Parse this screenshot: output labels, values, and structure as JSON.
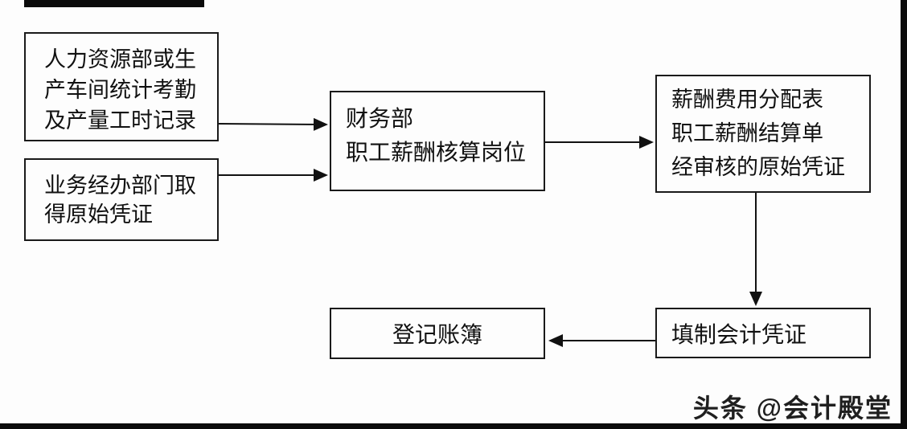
{
  "diagram": {
    "nodes": {
      "attendance_records": {
        "line1": "人力资源部或生",
        "line2": "产车间统计考勤",
        "line3": "及产量工时记录"
      },
      "original_vouchers": {
        "line1": "业务经办部门取",
        "line2": "得原始凭证"
      },
      "finance_payroll_post": {
        "line1": "财务部",
        "line2": "职工薪酬核算岗位"
      },
      "payroll_documents": {
        "line1": "薪酬费用分配表",
        "line2": "职工薪酬结算单",
        "line3": "经审核的原始凭证"
      },
      "prepare_voucher": {
        "label": "填制会计凭证"
      },
      "register_ledger": {
        "label": "登记账簿"
      }
    },
    "edges": [
      {
        "from": "attendance_records",
        "to": "finance_payroll_post"
      },
      {
        "from": "original_vouchers",
        "to": "finance_payroll_post"
      },
      {
        "from": "finance_payroll_post",
        "to": "payroll_documents"
      },
      {
        "from": "payroll_documents",
        "to": "prepare_voucher"
      },
      {
        "from": "prepare_voucher",
        "to": "register_ledger"
      }
    ],
    "colors": {
      "box_border": "#1a1a1a",
      "line": "#111111",
      "background": "#fdfdfd"
    }
  },
  "watermark": {
    "label": "头条 @会计殿堂"
  }
}
